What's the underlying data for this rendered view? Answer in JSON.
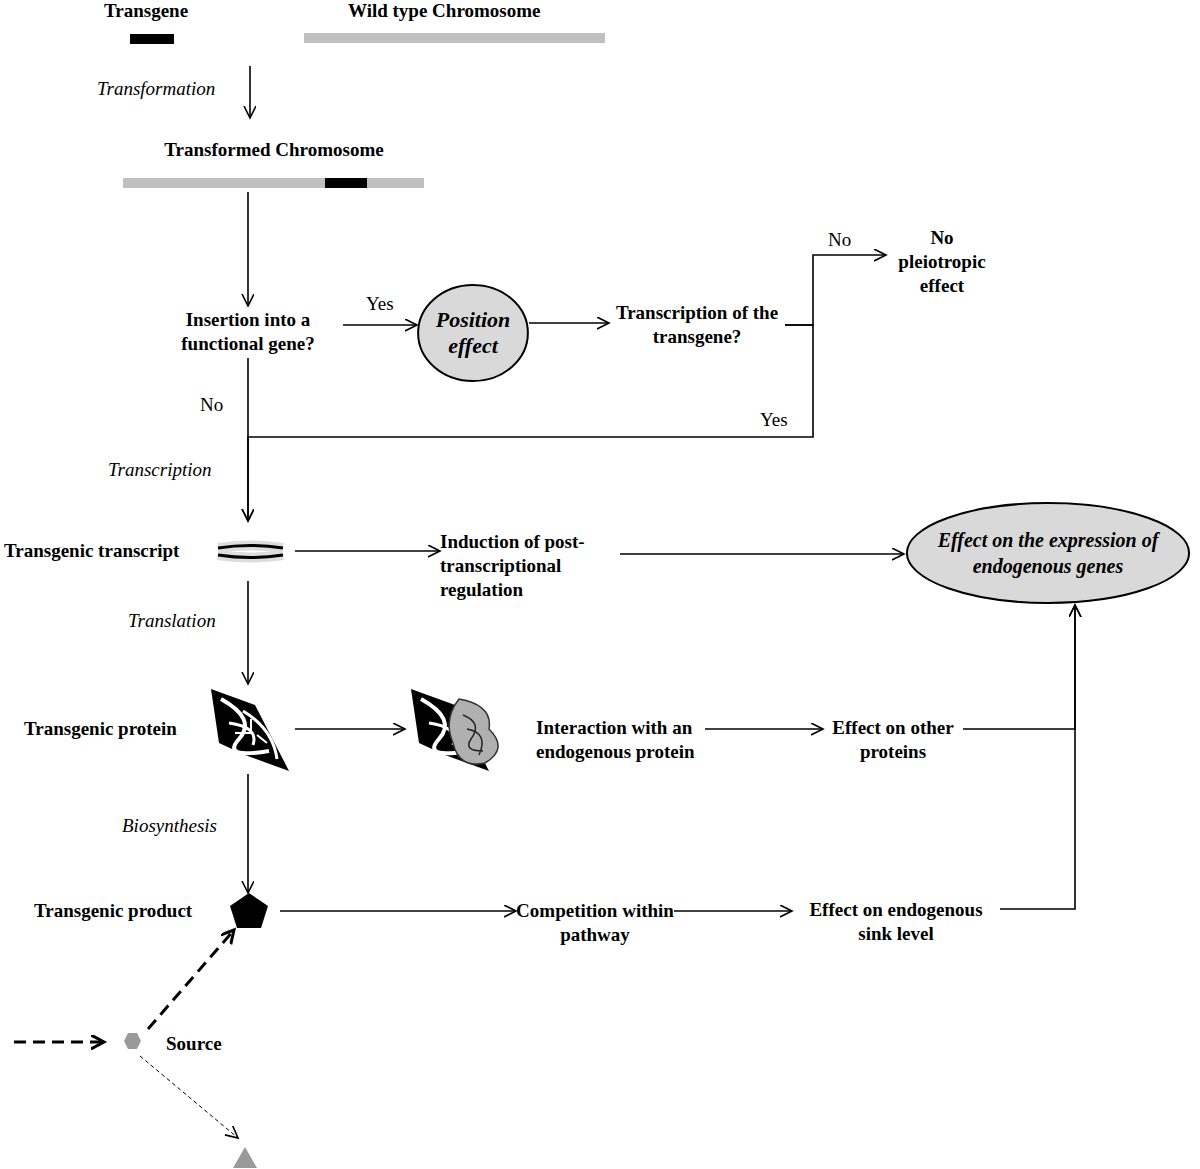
{
  "diagram": {
    "nodes": [
      {
        "text": [
          "Transformed Chromosome"
        ]
      },
      {
        "text": [
          "Insertion into a functional gene?"
        ]
      },
      {
        "text": [
          "Position effect"
        ]
      },
      {
        "text": [
          "Transcription of the transgene?"
        ]
      },
      {
        "text": [
          "No pleiotropic effect"
        ]
      },
      {
        "text": [
          "Transgenic transcript"
        ]
      },
      {
        "text": [
          "Induction of post-transcriptional regulation"
        ]
      },
      {
        "text": [
          "Effect on the expression of endogenous genes"
        ]
      },
      {
        "text": [
          "Transgenic protein"
        ]
      },
      {
        "text": [
          "Interaction with an endogenous protein"
        ]
      },
      {
        "text": [
          "Effect on other proteins"
        ]
      },
      {
        "text": [
          "Transgenic product"
        ]
      },
      {
        "text": [
          "Competition within pathway"
        ]
      },
      {
        "text": [
          "Effect on endogenous sink level"
        ]
      },
      {
        "text": [
          "Source"
        ]
      }
    ],
    "edges": [
      {
        "from": 0,
        "to": 1,
        "arrow": "to"
      },
      {
        "from": 1,
        "to": 2,
        "label": "Yes",
        "arrow": "to"
      },
      {
        "from": 2,
        "to": 3,
        "arrow": "to"
      },
      {
        "from": 3,
        "to": 4,
        "label": "No",
        "arrow": "to"
      },
      {
        "from": 3,
        "to": 5,
        "label": "Yes",
        "arrow": "to"
      },
      {
        "from": 1,
        "to": 5,
        "label": "No",
        "arrow": "to"
      },
      {
        "from": 5,
        "to": 6,
        "arrow": "to"
      },
      {
        "from": 6,
        "to": 7,
        "arrow": "to"
      },
      {
        "from": 5,
        "to": 8,
        "label": "Translation",
        "arrow": "to"
      },
      {
        "from": 8,
        "to": 9,
        "arrow": "to"
      },
      {
        "from": 9,
        "to": 10,
        "arrow": "to"
      },
      {
        "from": 10,
        "to": 7,
        "arrow": "to"
      },
      {
        "from": 8,
        "to": 11,
        "label": "Biosynthesis",
        "arrow": "to"
      },
      {
        "from": 11,
        "to": 12,
        "arrow": "to"
      },
      {
        "from": 12,
        "to": 13,
        "arrow": "to"
      },
      {
        "from": 13,
        "to": 7,
        "arrow": "to"
      },
      {
        "from": 14,
        "to": 11,
        "arrow": "to"
      }
    ],
    "labels": [
      "Transgene",
      "Wild type Chromosome",
      "Transformation",
      "Transcription"
    ]
  }
}
